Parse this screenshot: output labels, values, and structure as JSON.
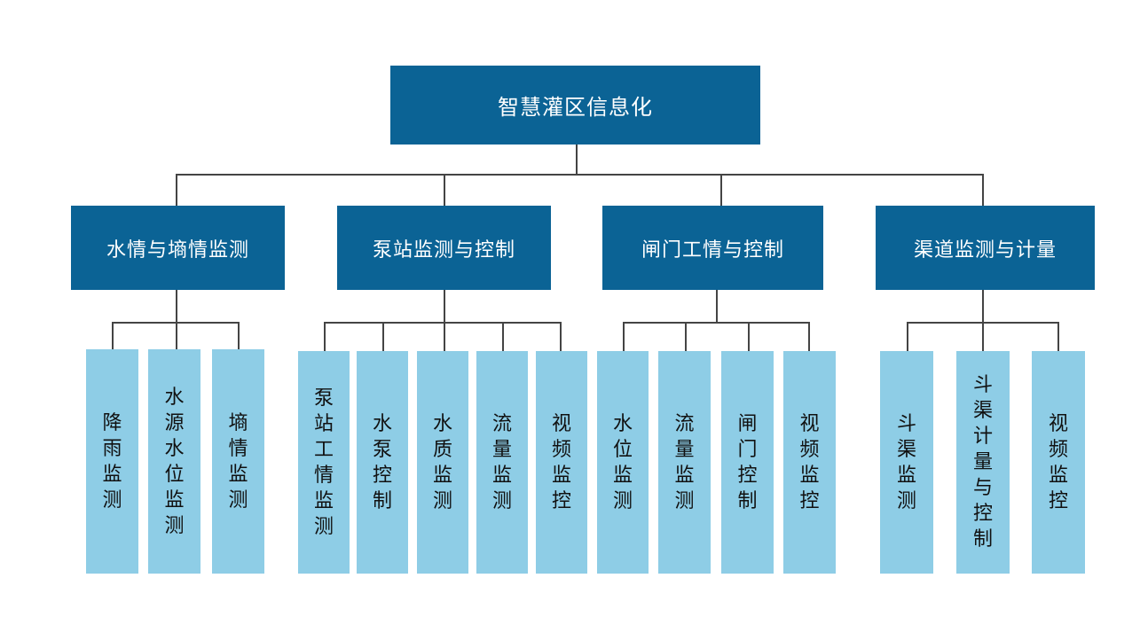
{
  "root": {
    "label": "智慧灌区信息化"
  },
  "categories": [
    {
      "label": "水情与墒情监测",
      "items": [
        "降雨监测",
        "水源水位监测",
        "墒情监测"
      ]
    },
    {
      "label": "泵站监测与控制",
      "items": [
        "泵站工情监测",
        "水泵控制",
        "水质监测",
        "流量监测",
        "视频监控"
      ]
    },
    {
      "label": "闸门工情与控制",
      "items": [
        "水位监测",
        "流量监测",
        "闸门控制",
        "视频监控"
      ]
    },
    {
      "label": "渠道监测与计量",
      "items": [
        "斗渠监测",
        "斗渠计量与控制",
        "视频监控"
      ]
    }
  ],
  "colors": {
    "dark_node": "#0b6395",
    "light_node": "#8ecde6",
    "connector": "#444444"
  }
}
